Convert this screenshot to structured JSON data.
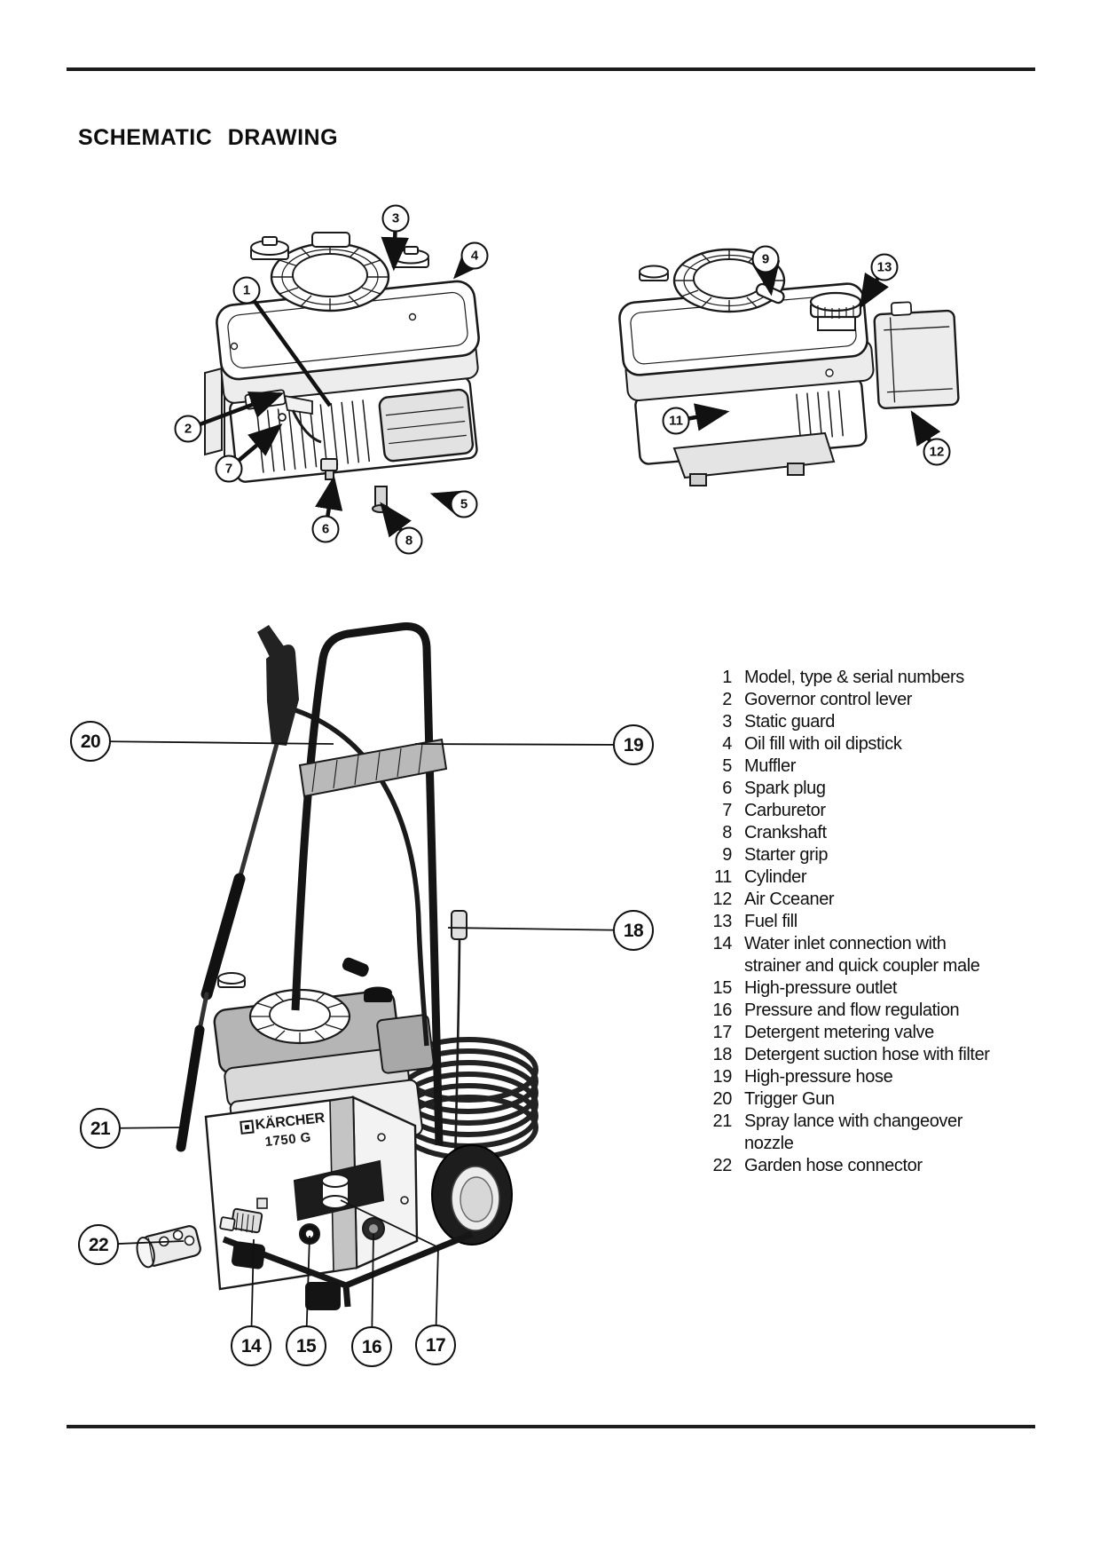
{
  "page": {
    "title": "SCHEMATIC DRAWING"
  },
  "figure": {
    "brand": "KÄRCHER",
    "model": "1750 G"
  },
  "callouts": {
    "c1": "1",
    "c2": "2",
    "c3": "3",
    "c4": "4",
    "c5": "5",
    "c6": "6",
    "c7": "7",
    "c8": "8",
    "c9": "9",
    "c11": "11",
    "c12": "12",
    "c13": "13",
    "c14": "14",
    "c15": "15",
    "c16": "16",
    "c17": "17",
    "c18": "18",
    "c19": "19",
    "c20": "20",
    "c21": "21",
    "c22": "22"
  },
  "parts_list": [
    {
      "num": "1",
      "label": "Model, type & serial numbers"
    },
    {
      "num": "2",
      "label": "Governor control lever"
    },
    {
      "num": "3",
      "label": "Static guard"
    },
    {
      "num": "4",
      "label": "Oil fill with oil dipstick"
    },
    {
      "num": "5",
      "label": "Muffler"
    },
    {
      "num": "6",
      "label": "Spark plug"
    },
    {
      "num": "7",
      "label": "Carburetor"
    },
    {
      "num": "8",
      "label": "Crankshaft"
    },
    {
      "num": "9",
      "label": "Starter grip"
    },
    {
      "num": "11",
      "label": "Cylinder"
    },
    {
      "num": "12",
      "label": "Air Cceaner"
    },
    {
      "num": "13",
      "label": "Fuel fill"
    },
    {
      "num": "14",
      "label": "Water inlet connection with\nstrainer and quick coupler male"
    },
    {
      "num": "15",
      "label": "High-pressure outlet"
    },
    {
      "num": "16",
      "label": "Pressure and flow regulation"
    },
    {
      "num": "17",
      "label": "Detergent metering valve"
    },
    {
      "num": "18",
      "label": "Detergent suction hose with filter"
    },
    {
      "num": "19",
      "label": "High-pressure hose"
    },
    {
      "num": "20",
      "label": "Trigger Gun"
    },
    {
      "num": "21",
      "label": "Spray lance with changeover\nnozzle"
    },
    {
      "num": "22",
      "label": "Garden hose connector"
    }
  ]
}
